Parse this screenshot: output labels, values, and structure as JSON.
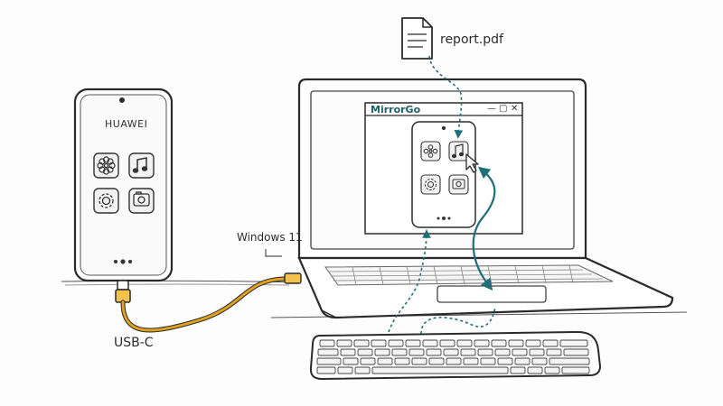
{
  "file": {
    "name": "report.pdf",
    "icon": "document-icon"
  },
  "phone": {
    "brand": "HUAWEI",
    "apps": [
      {
        "icon": "flower-icon"
      },
      {
        "icon": "music-note-icon"
      },
      {
        "icon": "settings-gear-icon"
      },
      {
        "icon": "camera-icon"
      }
    ]
  },
  "cable": {
    "label": "USB-C",
    "color": "#e0a020"
  },
  "laptop": {
    "os_label": "Windows 11",
    "app_window": {
      "title": "MirrorGo",
      "controls": {
        "minimize": "—",
        "maximize": "▢",
        "close": "✕"
      }
    }
  },
  "colors": {
    "teal": "#1f6f78",
    "ink": "#2b2b2b",
    "cable": "#e0a020"
  }
}
